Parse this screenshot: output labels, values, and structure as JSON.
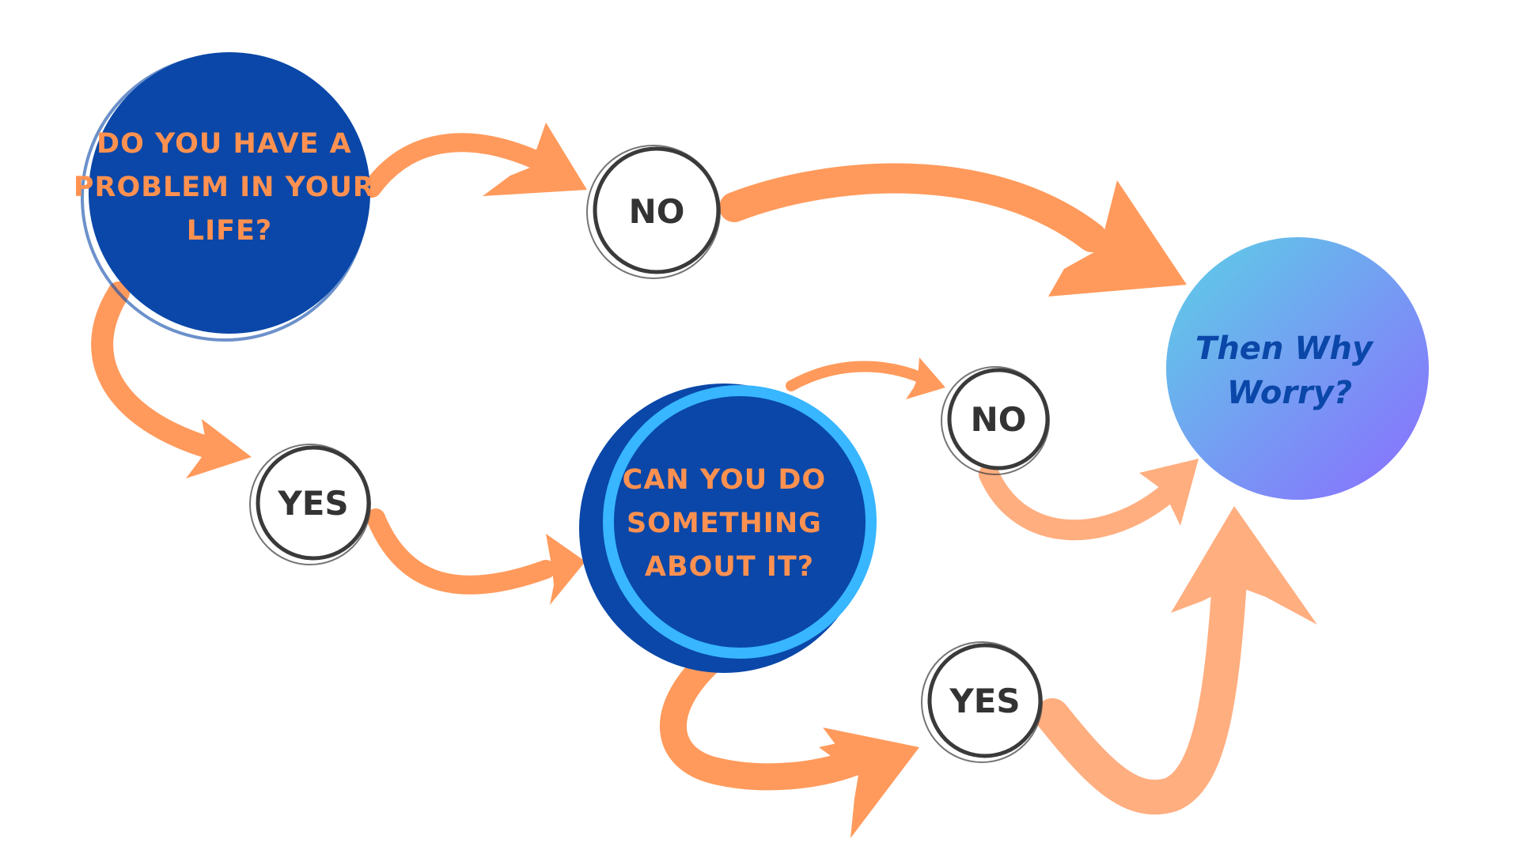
{
  "nodes": {
    "problem": {
      "lines": [
        "DO YOU HAVE A",
        "PROBLEM IN YOUR",
        "LIFE?"
      ]
    },
    "can_do": {
      "lines": [
        "CAN YOU DO",
        "SOMETHING",
        "ABOUT IT?"
      ]
    },
    "no_top": {
      "label": "NO"
    },
    "yes_left": {
      "label": "YES"
    },
    "no_mid": {
      "label": "NO"
    },
    "yes_bottom": {
      "label": "YES"
    },
    "end": {
      "lines": [
        "Then Why",
        "Worry?"
      ]
    }
  },
  "colors": {
    "question_fill": "#0A47A8",
    "question_text": "#FF9150",
    "arrow": "#FF9A5C",
    "arrow_light": "#FFAE80",
    "ring_accent": "#38B6FF",
    "answer_ring": "#3A3A3A",
    "answer_text": "#333333",
    "end_gradient_start": "#5CD0E6",
    "end_gradient_end": "#8C6CFF",
    "end_text": "#0A47A8"
  }
}
